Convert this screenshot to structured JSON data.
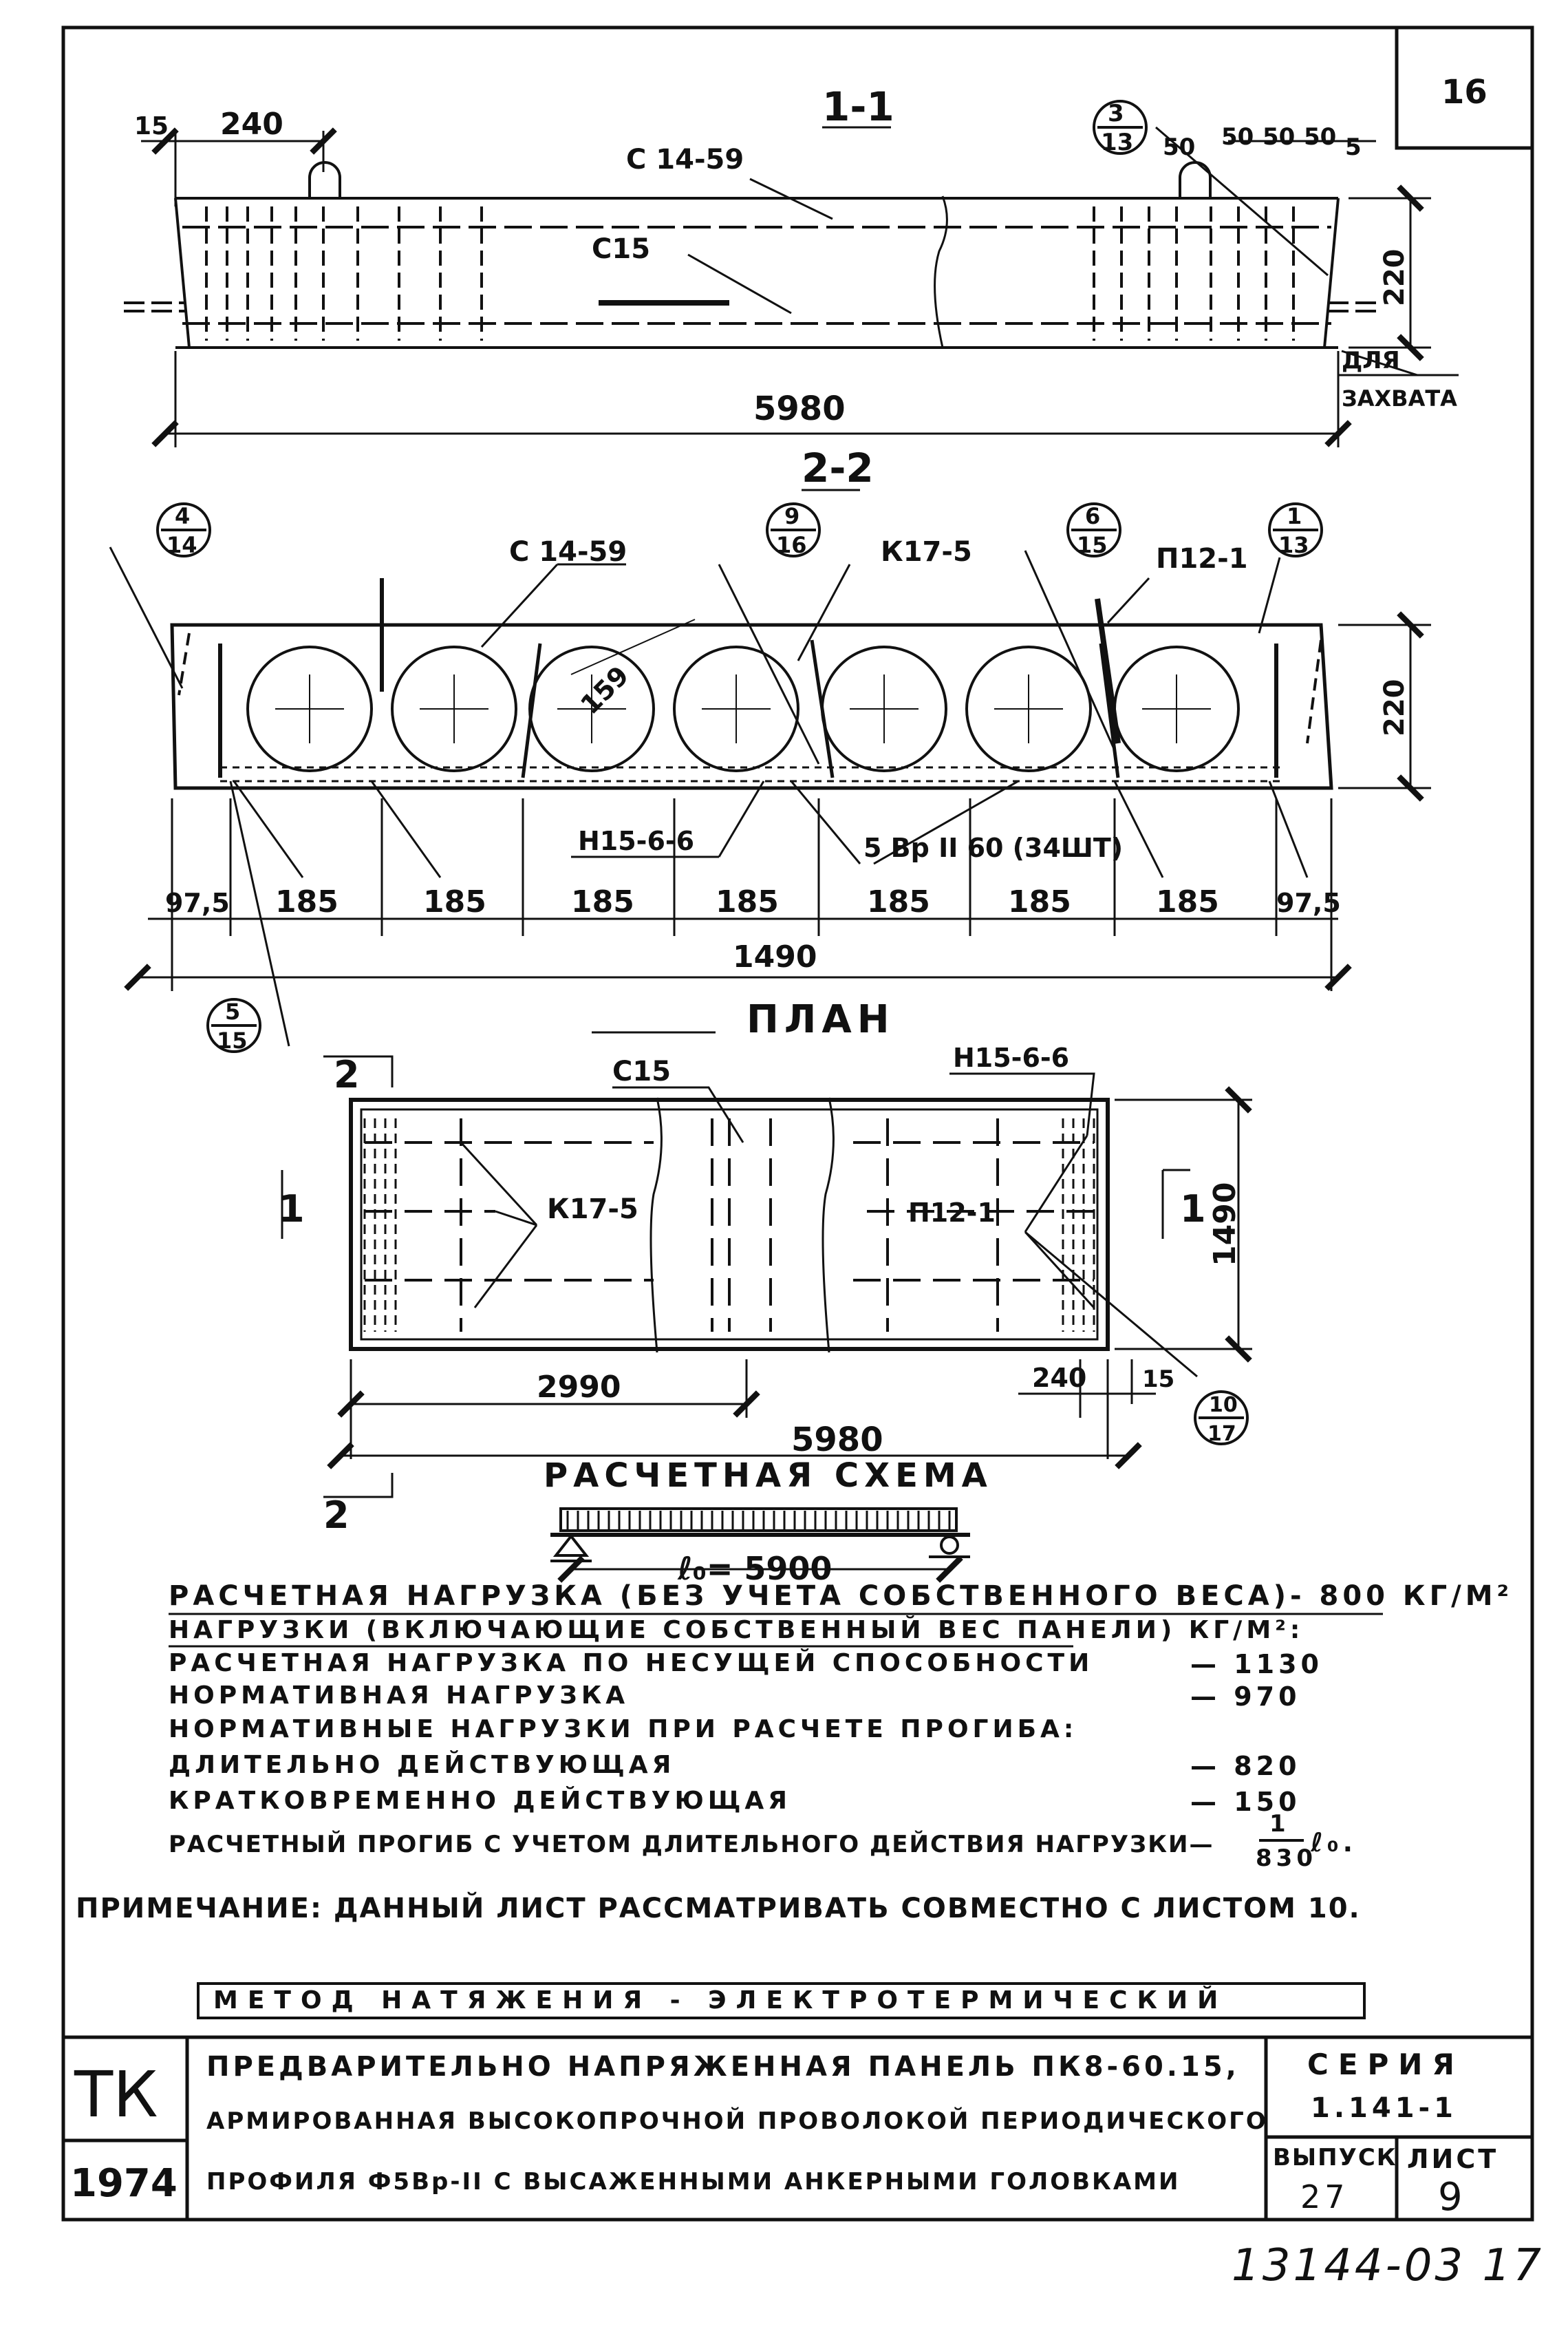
{
  "sheet_number": "16",
  "sections": {
    "s11": {
      "title": "1-1",
      "dims": {
        "d15": "15",
        "d240": "240",
        "d50a": "50",
        "d50b": "50",
        "d50c": "50",
        "d50d": "50",
        "d5": "5",
        "d220": "220",
        "d5980": "5980"
      },
      "labels": {
        "c1459": "С 14-59",
        "c15": "С15",
        "grip1": "ДЛЯ",
        "grip2": "ЗАХВАТА"
      },
      "ref": {
        "top": "3",
        "bottom": "13"
      }
    },
    "s22": {
      "title": "2-2",
      "dims": {
        "d97a": "97,5",
        "d185_1": "185",
        "d185_2": "185",
        "d185_3": "185",
        "d185_4": "185",
        "d185_5": "185",
        "d185_6": "185",
        "d185_7": "185",
        "d97b": "97,5",
        "total": "1490",
        "h220": "220",
        "dia": "159"
      },
      "labels": {
        "c1459": "С 14-59",
        "k175": "К17-5",
        "p121": "П12-1",
        "n1566": "Н15-6-6",
        "wire": "5 Вр II 60 (34ШТ)"
      },
      "refs": [
        {
          "top": "4",
          "bottom": "14"
        },
        {
          "top": "9",
          "bottom": "16"
        },
        {
          "top": "6",
          "bottom": "15"
        },
        {
          "top": "1",
          "bottom": "13"
        },
        {
          "top": "5",
          "bottom": "15"
        }
      ]
    },
    "plan": {
      "title": "ПЛАН",
      "labels": {
        "c15": "С15",
        "n1566": "Н15-6-6",
        "k175": "К17-5",
        "p121": "П12-1",
        "cut2a": "2",
        "cut2b": "2",
        "cut1a": "1",
        "cut1b": "1"
      },
      "dims": {
        "d2990": "2990",
        "d5980": "5980",
        "d240": "240",
        "d15": "15",
        "d1490": "1490"
      },
      "ref": {
        "top": "10",
        "bottom": "17"
      }
    },
    "scheme": {
      "title": "РАСЧЕТНАЯ СХЕМА",
      "span": "ℓ₀= 5900"
    }
  },
  "loads": {
    "heading": "РАСЧЕТНАЯ НАГРУЗКА (БЕЗ УЧЕТА СОБСТВЕННОГО ВЕСА)- 800 КГ/М²",
    "subheading": "НАГРУЗКИ (ВКЛЮЧАЮЩИЕ СОБСТВЕННЫЙ ВЕС ПАНЕЛИ) КГ/М²:",
    "rows": [
      {
        "label": "РАСЧЕТНАЯ НАГРУЗКА ПО НЕСУЩЕЙ СПОСОБНОСТИ",
        "value": "— 1130"
      },
      {
        "label": "НОРМАТИВНАЯ НАГРУЗКА",
        "value": "— 970"
      },
      {
        "label": "НОРМАТИВНЫЕ НАГРУЗКИ ПРИ РАСЧЕТЕ ПРОГИБА:",
        "value": ""
      },
      {
        "label": "ДЛИТЕЛЬНО ДЕЙСТВУЮЩАЯ",
        "value": "— 820"
      },
      {
        "label": "КРАТКОВРЕМЕННО ДЕЙСТВУЮЩАЯ",
        "value": "— 150"
      }
    ],
    "deflection_label": "РАСЧЕТНЫЙ ПРОГИБ С УЧЕТОМ ДЛИТЕЛЬНОГО ДЕЙСТВИЯ НАГРУЗКИ—",
    "deflection_num": "1",
    "deflection_den": "830",
    "deflection_tail": "ℓ₀.",
    "note": "ПРИМЕЧАНИЕ: ДАННЫЙ ЛИСТ РАССМАТРИВАТЬ СОВМЕСТНО С ЛИСТОМ 10.",
    "method": "МЕТОД НАТЯЖЕНИЯ - ЭЛЕКТРОТЕРМИЧЕСКИЙ"
  },
  "title_block": {
    "org": "ТК",
    "year": "1974",
    "desc1": "ПРЕДВАРИТЕЛЬНО НАПРЯЖЕННАЯ ПАНЕЛЬ ПК8-60.15,",
    "desc2": "АРМИРОВАННАЯ ВЫСОКОПРОЧНОЙ ПРОВОЛОКОЙ ПЕРИОДИЧЕСКОГО",
    "desc3": "ПРОФИЛЯ Ф5Вр-II С ВЫСАЖЕННЫМИ АНКЕРНЫМИ ГОЛОВКАМИ",
    "series_label": "СЕРИЯ",
    "series_value": "1.141-1",
    "issue_label": "ВЫПУСК",
    "issue_value": "27",
    "sheet_label": "ЛИСТ",
    "sheet_value": "9"
  },
  "stamp": "13144-03 17"
}
